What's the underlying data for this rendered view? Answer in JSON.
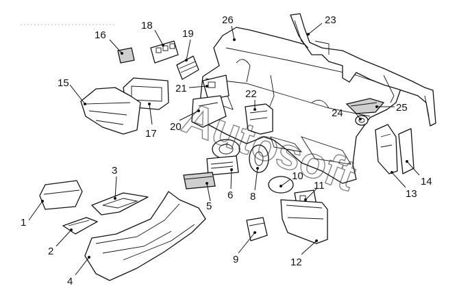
{
  "watermark": "Autosoft",
  "callouts": [
    {
      "id": "1",
      "label": "1"
    },
    {
      "id": "2",
      "label": "2"
    },
    {
      "id": "3",
      "label": "3"
    },
    {
      "id": "4",
      "label": "4"
    },
    {
      "id": "5",
      "label": "5"
    },
    {
      "id": "6",
      "label": "6"
    },
    {
      "id": "8",
      "label": "8"
    },
    {
      "id": "9",
      "label": "9"
    },
    {
      "id": "10",
      "label": "10"
    },
    {
      "id": "11",
      "label": "11"
    },
    {
      "id": "12",
      "label": "12"
    },
    {
      "id": "13",
      "label": "13"
    },
    {
      "id": "14",
      "label": "14"
    },
    {
      "id": "15",
      "label": "15"
    },
    {
      "id": "16",
      "label": "16"
    },
    {
      "id": "17",
      "label": "17"
    },
    {
      "id": "18",
      "label": "18"
    },
    {
      "id": "19",
      "label": "19"
    },
    {
      "id": "20",
      "label": "20"
    },
    {
      "id": "21",
      "label": "21"
    },
    {
      "id": "22",
      "label": "22"
    },
    {
      "id": "23",
      "label": "23"
    },
    {
      "id": "24",
      "label": "24"
    },
    {
      "id": "25",
      "label": "25"
    },
    {
      "id": "26",
      "label": "26"
    }
  ]
}
